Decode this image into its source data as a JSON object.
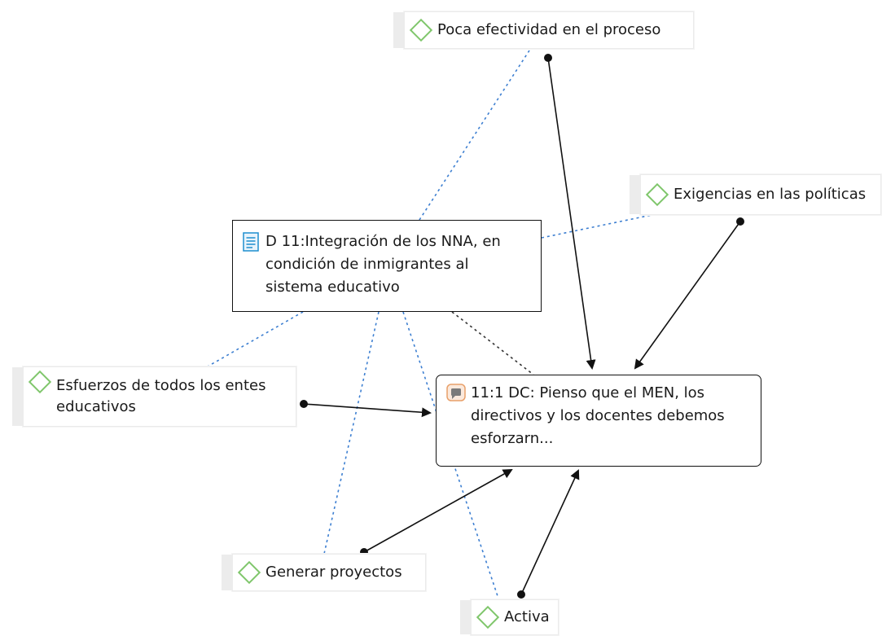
{
  "nodes": {
    "document": {
      "label": "D 11:Integración de los NNA, en condición de inmigrantes al sistema educativo",
      "icon": "document-icon"
    },
    "quotation": {
      "label": "11:1 DC: Pienso que el MEN, los directivos y los docentes debemos esforzarn...",
      "icon": "quotation-icon"
    },
    "codes": [
      {
        "id": "poca",
        "label": "Poca efectividad en el proceso",
        "icon": "code-diamond-icon"
      },
      {
        "id": "exigencias",
        "label": "Exigencias en las políticas",
        "icon": "code-diamond-icon"
      },
      {
        "id": "esfuerzos",
        "label": "Esfuerzos de todos los entes educativos",
        "icon": "code-diamond-icon"
      },
      {
        "id": "generar",
        "label": "Generar proyectos",
        "icon": "code-diamond-icon"
      },
      {
        "id": "activa",
        "label": "Activa",
        "icon": "code-diamond-icon"
      }
    ]
  },
  "colors": {
    "code_diamond": "#7fc66b",
    "link_dotted_blue": "#3d7fd1",
    "link_dotted_dark": "#333333",
    "arrow": "#111111",
    "doc_icon": "#1f8fcf",
    "quote_icon": "#e8a06a"
  }
}
